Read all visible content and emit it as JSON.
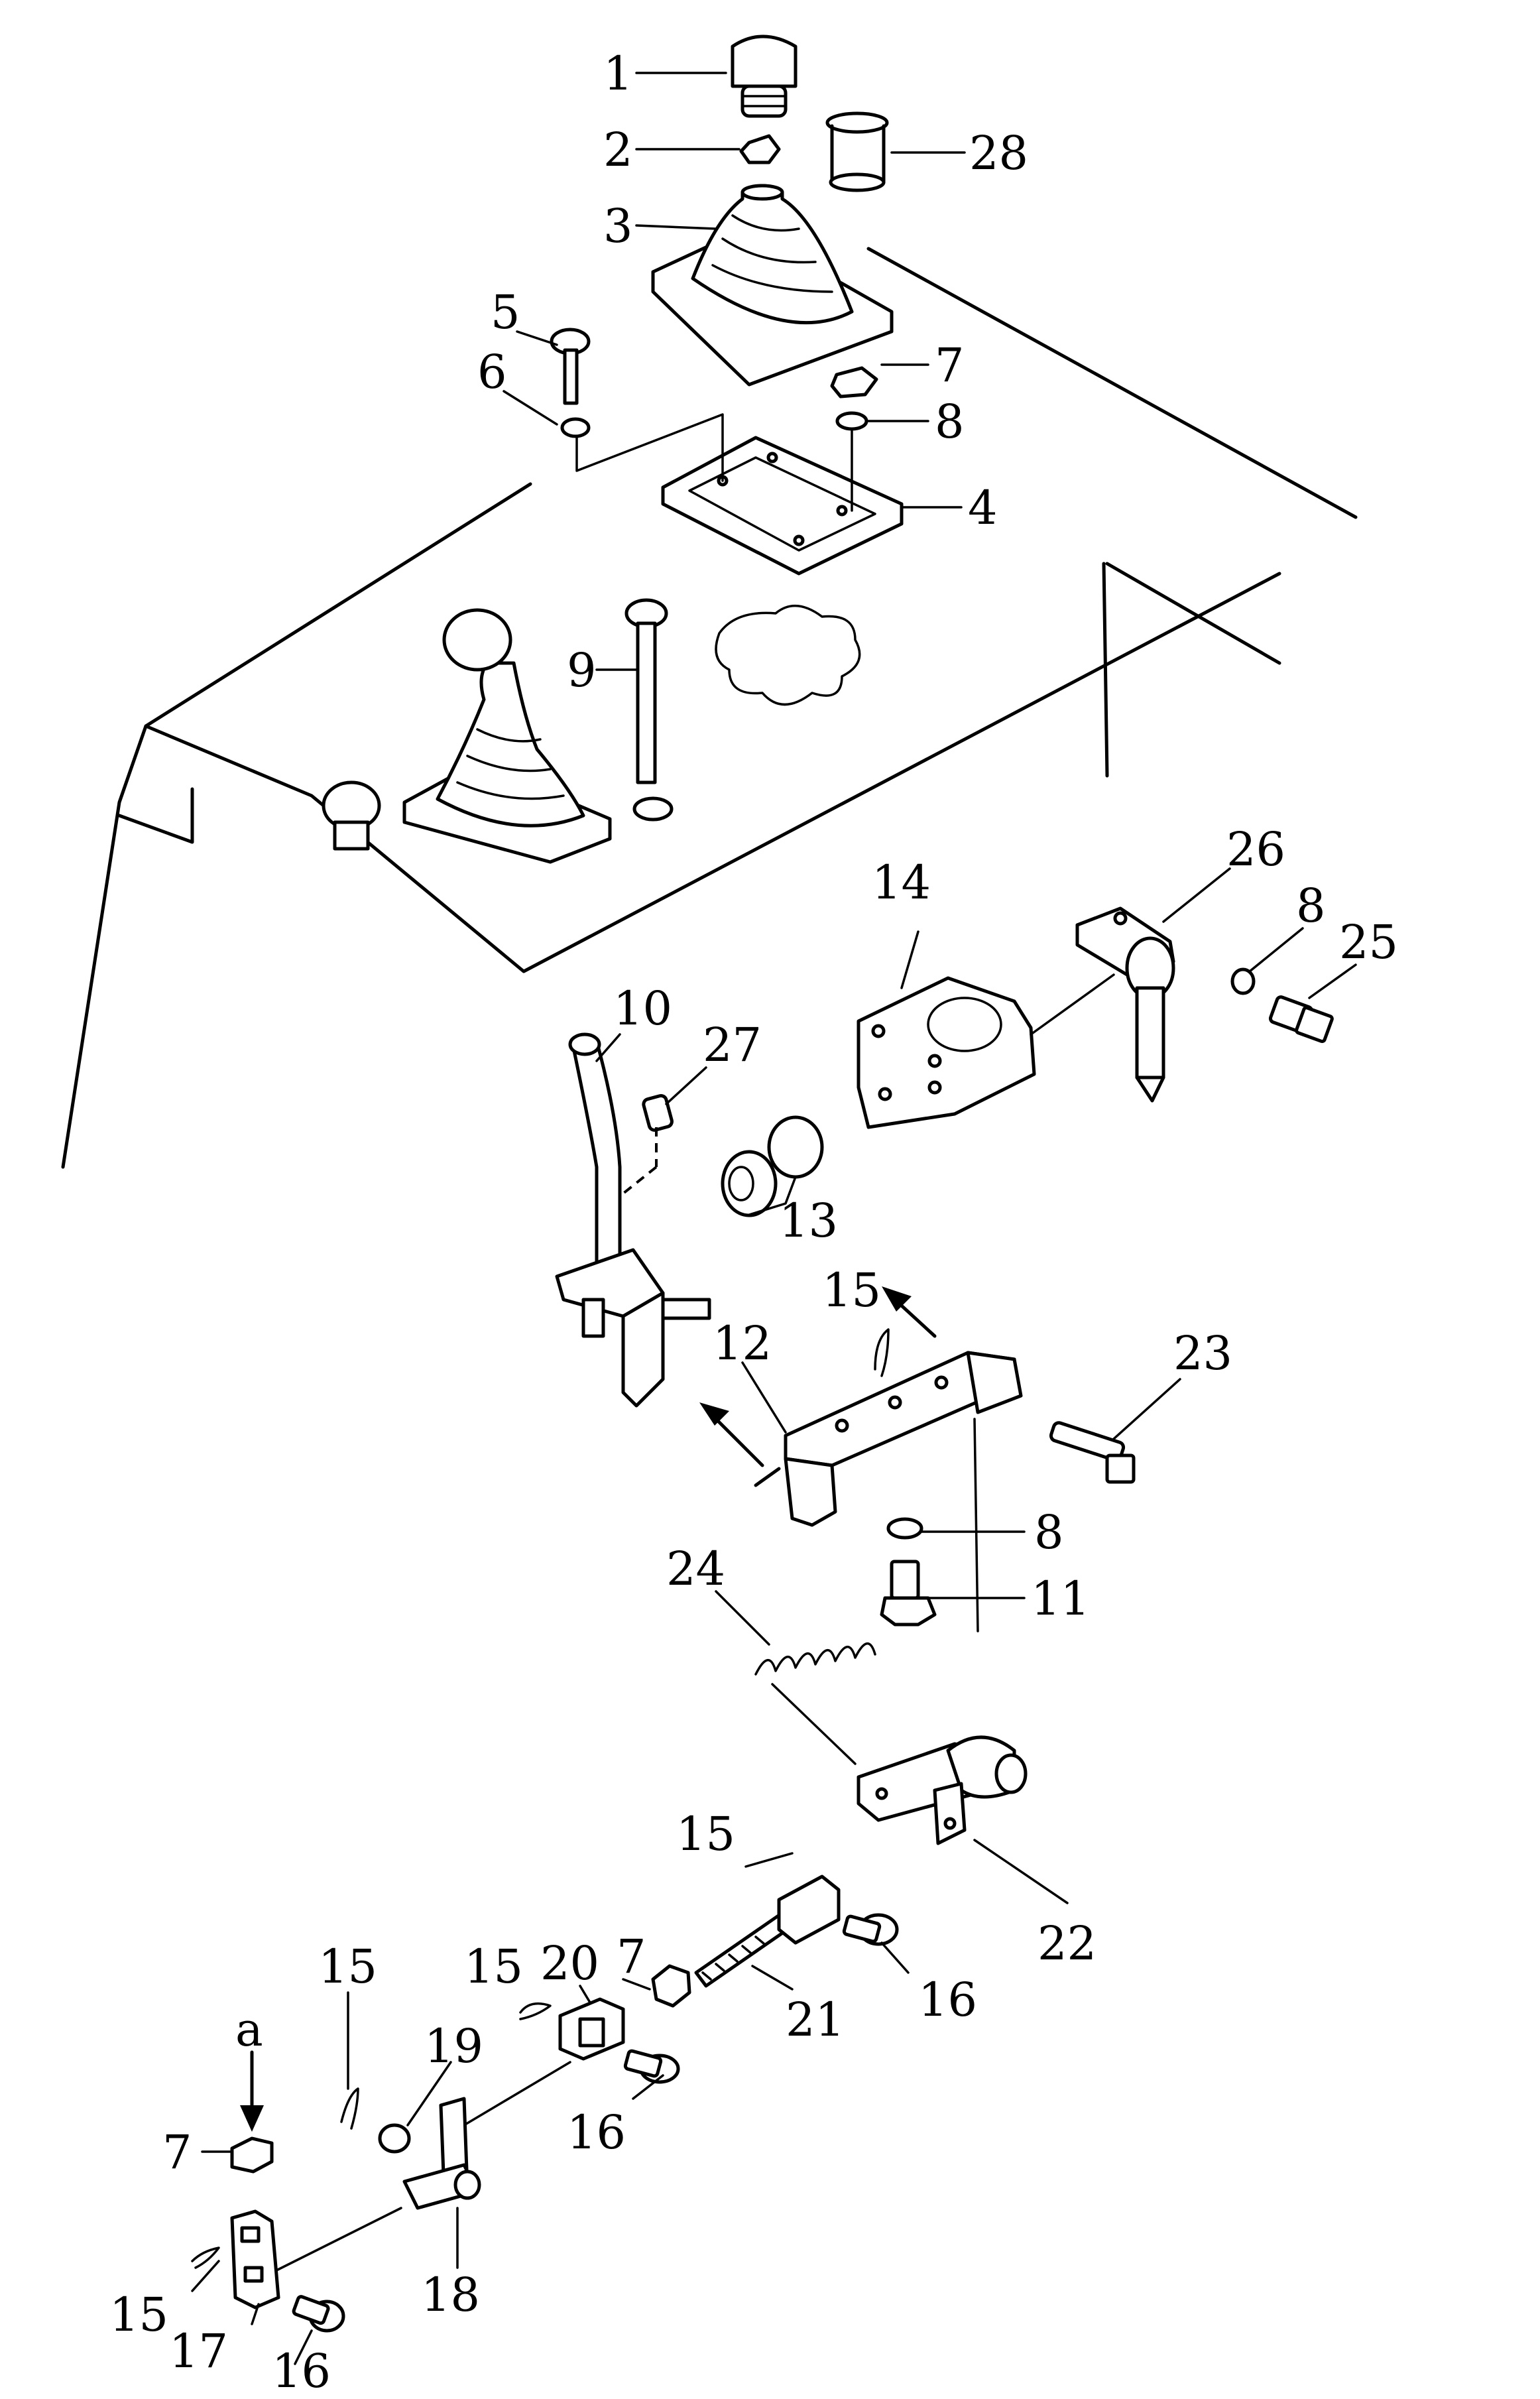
{
  "labels": [
    "1",
    "2",
    "3",
    "4",
    "5",
    "6",
    "7",
    "8",
    "9",
    "10",
    "11",
    "12",
    "13",
    "14",
    "15",
    "16",
    "17",
    "18",
    "19",
    "20",
    "21",
    "22",
    "23",
    "24",
    "25",
    "26",
    "27",
    "28",
    "a"
  ]
}
